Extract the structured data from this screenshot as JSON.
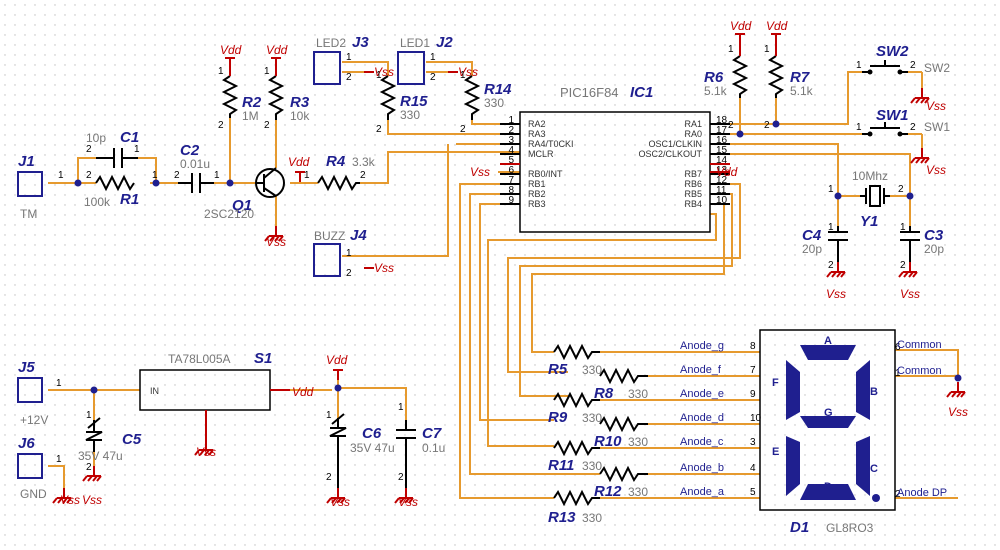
{
  "components": {
    "J1": {
      "ref": "J1",
      "value": "TM"
    },
    "J2": {
      "ref": "J2",
      "value": "LED1"
    },
    "J3": {
      "ref": "J3",
      "value": "LED2"
    },
    "J4": {
      "ref": "J4",
      "value": "BUZZ"
    },
    "J5": {
      "ref": "J5",
      "value": "+12V"
    },
    "J6": {
      "ref": "J6",
      "value": "GND"
    },
    "C1": {
      "ref": "C1",
      "value": "10p"
    },
    "C2": {
      "ref": "C2",
      "value": "0.01u"
    },
    "C3": {
      "ref": "C3",
      "value": "20p"
    },
    "C4": {
      "ref": "C4",
      "value": "20p"
    },
    "C5": {
      "ref": "C5",
      "value": "35V 47u"
    },
    "C6": {
      "ref": "C6",
      "value": "35V 47u"
    },
    "C7": {
      "ref": "C7",
      "value": "0.1u"
    },
    "R1": {
      "ref": "R1",
      "value": "100k"
    },
    "R2": {
      "ref": "R2",
      "value": "1M"
    },
    "R3": {
      "ref": "R3",
      "value": "10k"
    },
    "R4": {
      "ref": "R4",
      "value": "3.3k"
    },
    "R5": {
      "ref": "R5",
      "value": "330"
    },
    "R6": {
      "ref": "R6",
      "value": "5.1k"
    },
    "R7": {
      "ref": "R7",
      "value": "5.1k"
    },
    "R8": {
      "ref": "R8",
      "value": "330"
    },
    "R9": {
      "ref": "R9",
      "value": "330"
    },
    "R10": {
      "ref": "R10",
      "value": "330"
    },
    "R11": {
      "ref": "R11",
      "value": "330"
    },
    "R12": {
      "ref": "R12",
      "value": "330"
    },
    "R13": {
      "ref": "R13",
      "value": "330"
    },
    "R14": {
      "ref": "R14",
      "value": "330"
    },
    "R15": {
      "ref": "R15",
      "value": "330"
    },
    "Q1": {
      "ref": "Q1",
      "value": "2SC2120"
    },
    "IC1": {
      "ref": "IC1",
      "value": "PIC16F84"
    },
    "S1": {
      "ref": "S1",
      "value": "TA78L005A"
    },
    "SW1": {
      "ref": "SW1",
      "value": "SW1"
    },
    "SW2": {
      "ref": "SW2",
      "value": "SW2"
    },
    "Y1": {
      "ref": "Y1",
      "value": "10Mhz"
    },
    "D1": {
      "ref": "D1",
      "value": "GL8RO3"
    }
  },
  "power": {
    "vdd": "Vdd",
    "vss": "Vss"
  },
  "ic1": {
    "left_pins": [
      {
        "num": "1",
        "name": "RA2"
      },
      {
        "num": "2",
        "name": "RA3"
      },
      {
        "num": "3",
        "name": "RA4/T0CKI"
      },
      {
        "num": "4",
        "name": "MCLR"
      },
      {
        "num": "5",
        "name": ""
      },
      {
        "num": "6",
        "name": "RB0/INT"
      },
      {
        "num": "7",
        "name": "RB1"
      },
      {
        "num": "8",
        "name": "RB2"
      },
      {
        "num": "9",
        "name": "RB3"
      }
    ],
    "right_pins": [
      {
        "num": "18",
        "name": "RA1"
      },
      {
        "num": "17",
        "name": "RA0"
      },
      {
        "num": "16",
        "name": "OSC1/CLKIN"
      },
      {
        "num": "15",
        "name": "OSC2/CLKOUT"
      },
      {
        "num": "14",
        "name": ""
      },
      {
        "num": "13",
        "name": "RB7"
      },
      {
        "num": "12",
        "name": "RB6"
      },
      {
        "num": "11",
        "name": "RB5"
      },
      {
        "num": "10",
        "name": "RB4"
      }
    ]
  },
  "s1": {
    "in_label": "IN"
  },
  "display": {
    "segments": [
      "A",
      "B",
      "C",
      "D",
      "E",
      "F",
      "G"
    ],
    "anode_nets": [
      {
        "net": "Anode_g",
        "pin": "8"
      },
      {
        "net": "Anode_f",
        "pin": "7"
      },
      {
        "net": "Anode_e",
        "pin": "9"
      },
      {
        "net": "Anode_d",
        "pin": "10"
      },
      {
        "net": "Anode_c",
        "pin": "3"
      },
      {
        "net": "Anode_b",
        "pin": "4"
      },
      {
        "net": "Anode_a",
        "pin": "5"
      }
    ],
    "common": [
      {
        "net": "Common",
        "pin": "6"
      },
      {
        "net": "Common",
        "pin": "1"
      }
    ],
    "dp": {
      "net": "Anode DP",
      "pin": "2"
    }
  }
}
